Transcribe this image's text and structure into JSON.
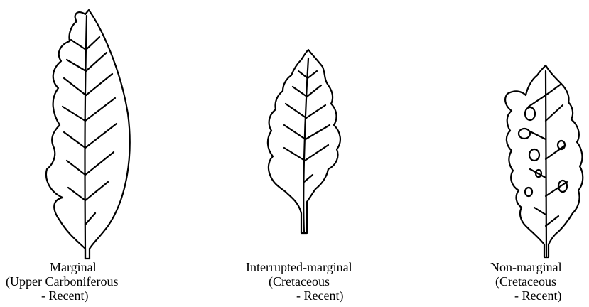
{
  "leaves": [
    {
      "name": "Marginal",
      "age_line1": "(Upper Carboniferous",
      "age_line2": "- Recent)"
    },
    {
      "name": "Interrupted-marginal",
      "age_line1": "(Cretaceous",
      "age_line2": "- Recent)"
    },
    {
      "name": "Non-marginal",
      "age_line1": "(Cretaceous",
      "age_line2": "- Recent)"
    }
  ],
  "colors": {
    "line": "#000000",
    "background": "#ffffff"
  }
}
